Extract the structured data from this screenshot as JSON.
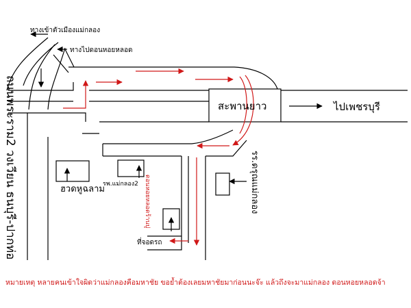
{
  "colors": {
    "road": "#000000",
    "route": "#d01818"
  },
  "labels": {
    "to_city": "ทางเข้าตัวเมืองแม่กลอง",
    "to_market": "ทางไปดอนหอยหลอด",
    "bridge": "สะพานยาว",
    "to_phetchaburi": "ไปเพชรบุรี",
    "left_road": "ถนนพระราม2 วงเวียน ธนบุรี-ปากท่อ",
    "temple": "ฮวดหูฉลาม",
    "hospital": "รพ.แม่กลอง2",
    "school": "รร.ดรุณแม่กลอง",
    "shop": "ดอนหอยหลอดร้านปู",
    "parking": "ที่จอดรถ"
  },
  "note": "หมายเหตุ หลายคนเข้าใจผิดว่าแม่กลองคือมหาชัย ขอย้ำต้องเลยมหาชัยมาก่อนนะจ๊ะ แล้วถึงจะมาแม่กลอง ดอนหอยหลอดจ้า"
}
